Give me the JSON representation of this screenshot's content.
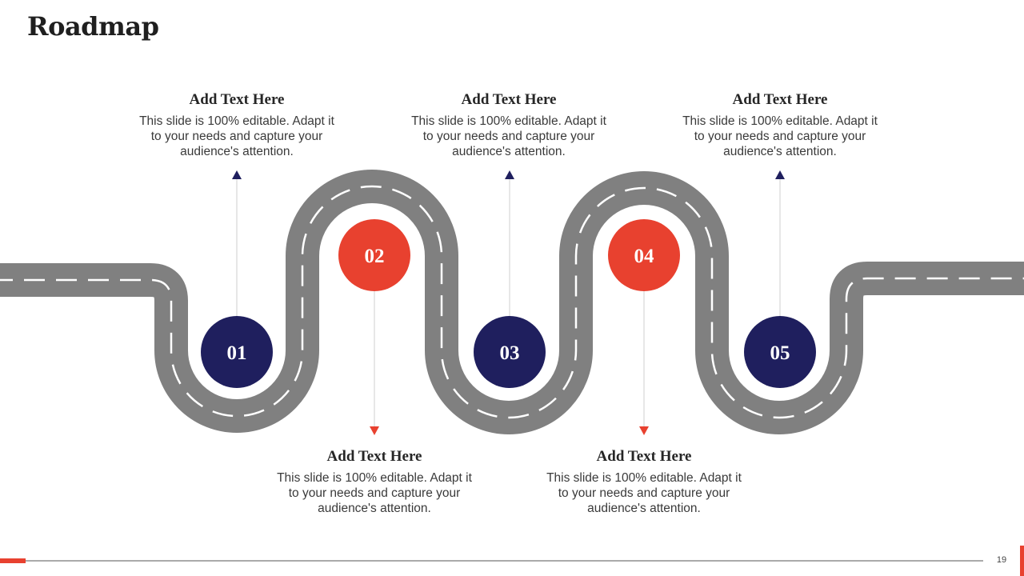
{
  "slide": {
    "title": "Roadmap",
    "page_number": "19"
  },
  "colors": {
    "navy": "#1f1f5e",
    "red": "#e8412f",
    "road": "#808080",
    "dash": "#ffffff"
  },
  "milestones": [
    {
      "number": "01",
      "heading": "Add Text Here",
      "body": "This slide is 100% editable. Adapt it to your needs and capture your audience's attention."
    },
    {
      "number": "02",
      "heading": "Add Text Here",
      "body": "This slide is 100% editable. Adapt it to your needs and capture your audience's attention."
    },
    {
      "number": "03",
      "heading": "Add Text Here",
      "body": "This slide is 100% editable. Adapt it to your needs and capture your audience's attention."
    },
    {
      "number": "04",
      "heading": "Add Text Here",
      "body": "This slide is 100% editable. Adapt it to your needs and capture your audience's attention."
    },
    {
      "number": "05",
      "heading": "Add Text Here",
      "body": "This slide is 100% editable. Adapt it to your needs and capture your audience's attention."
    }
  ]
}
